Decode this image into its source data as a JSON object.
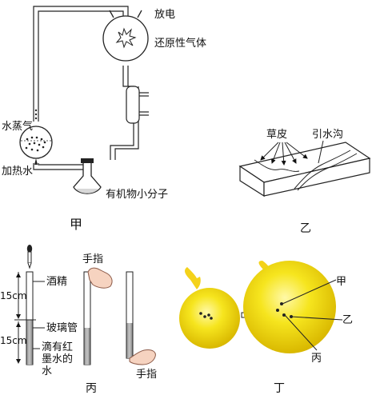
{
  "panel_a": {
    "caption": "甲",
    "label_discharge": "放电",
    "label_gas": "还原性气体",
    "label_vapor": "水蒸气",
    "label_heat": "加热水",
    "label_organics": "有机物小分子"
  },
  "panel_b": {
    "caption": "乙",
    "label_turf": "草皮",
    "label_ditch": "引水沟"
  },
  "panel_c": {
    "caption": "丙",
    "label_finger_top": "手指",
    "label_alcohol": "酒精",
    "label_15cm_top": "15cm",
    "label_tube": "玻璃管",
    "label_15cm_bottom": "15cm",
    "label_ink_line1": "滴有红",
    "label_ink_line2": "墨水的",
    "label_ink_line3": "水",
    "label_finger_bottom": "手指"
  },
  "panel_d": {
    "caption": "丁",
    "label_jia": "甲",
    "label_yi": "乙",
    "label_bing": "丙"
  }
}
